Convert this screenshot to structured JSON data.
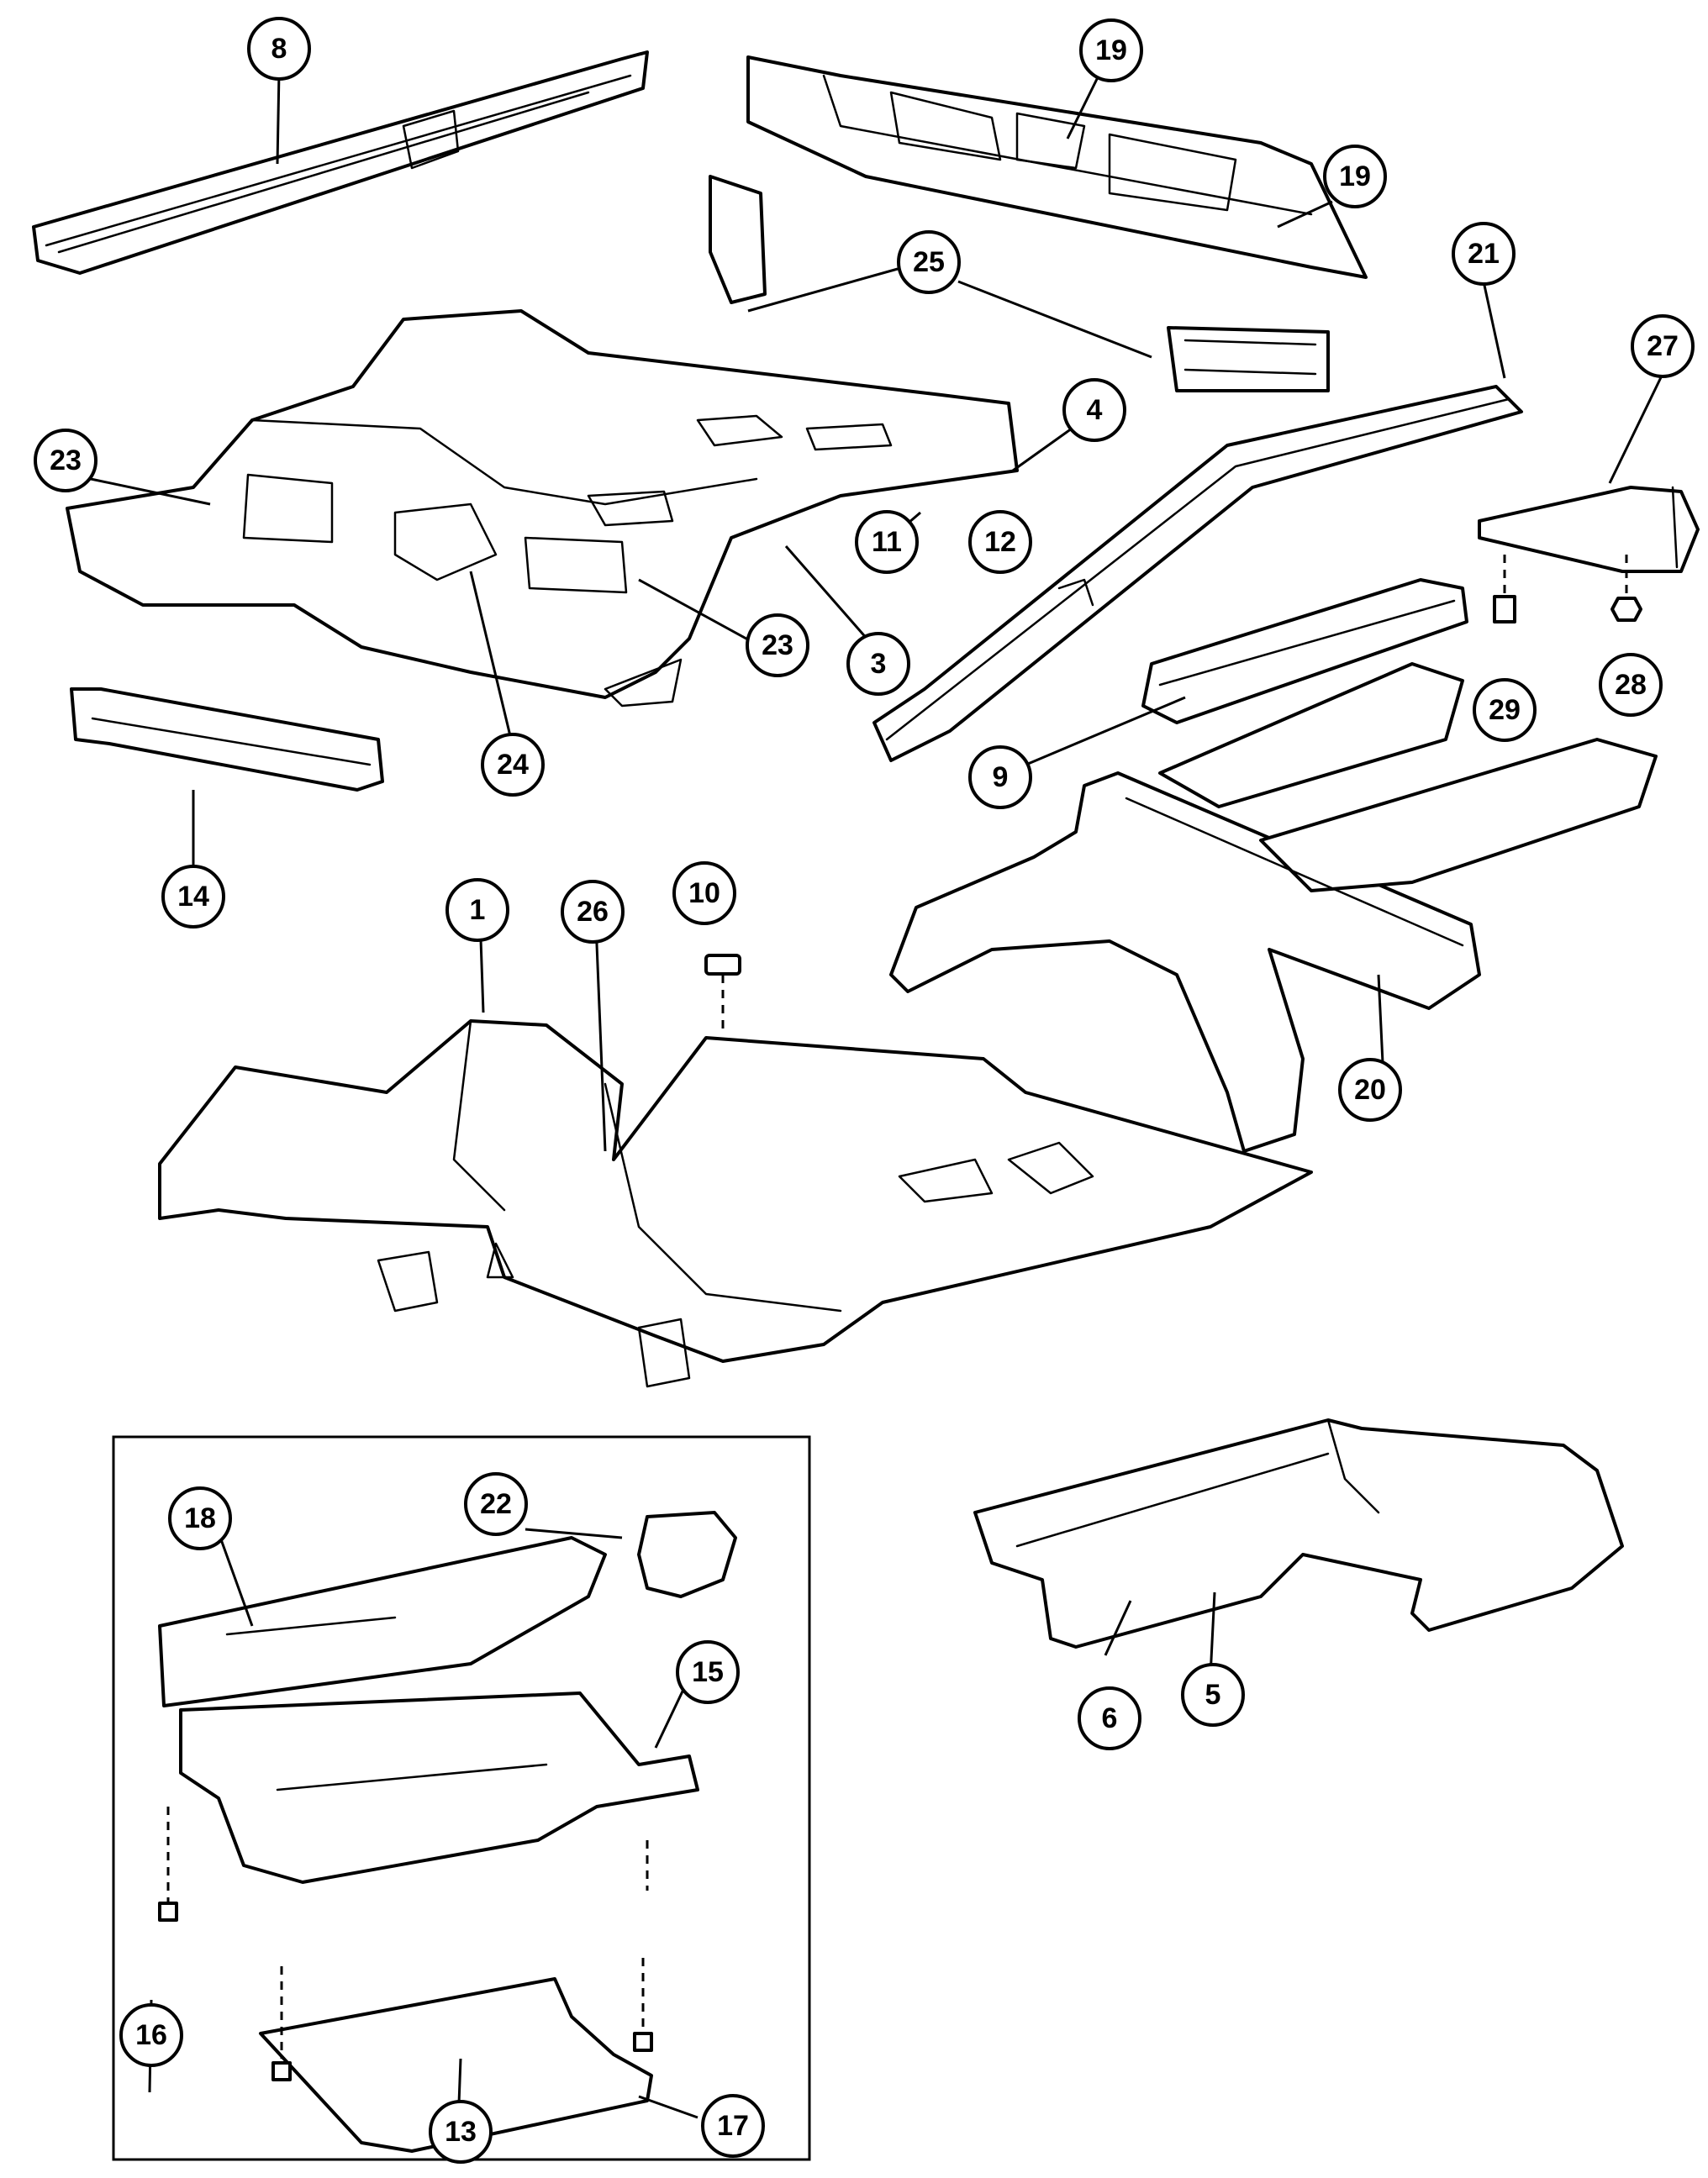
{
  "callouts": [
    {
      "id": "8",
      "label": "8"
    },
    {
      "id": "19a",
      "label": "19"
    },
    {
      "id": "19b",
      "label": "19"
    },
    {
      "id": "25",
      "label": "25"
    },
    {
      "id": "21",
      "label": "21"
    },
    {
      "id": "27",
      "label": "27"
    },
    {
      "id": "4",
      "label": "4"
    },
    {
      "id": "23a",
      "label": "23"
    },
    {
      "id": "11",
      "label": "11"
    },
    {
      "id": "12",
      "label": "12"
    },
    {
      "id": "3",
      "label": "3"
    },
    {
      "id": "23b",
      "label": "23"
    },
    {
      "id": "24",
      "label": "24"
    },
    {
      "id": "29",
      "label": "29"
    },
    {
      "id": "28",
      "label": "28"
    },
    {
      "id": "9",
      "label": "9"
    },
    {
      "id": "14",
      "label": "14"
    },
    {
      "id": "10",
      "label": "10"
    },
    {
      "id": "1",
      "label": "1"
    },
    {
      "id": "26",
      "label": "26"
    },
    {
      "id": "20",
      "label": "20"
    },
    {
      "id": "18",
      "label": "18"
    },
    {
      "id": "22",
      "label": "22"
    },
    {
      "id": "15",
      "label": "15"
    },
    {
      "id": "6",
      "label": "6"
    },
    {
      "id": "5",
      "label": "5"
    },
    {
      "id": "16",
      "label": "16"
    },
    {
      "id": "13",
      "label": "13"
    },
    {
      "id": "17",
      "label": "17"
    }
  ]
}
